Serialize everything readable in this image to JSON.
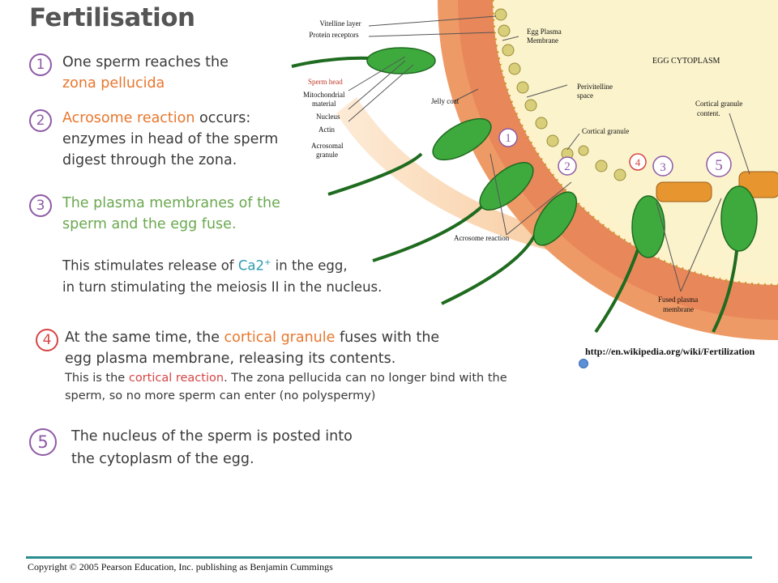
{
  "title": "Fertilisation",
  "steps": [
    {
      "num": "1",
      "line1_a": "One sperm reaches the",
      "line2_a": "zona pellucida"
    },
    {
      "num": "2",
      "line1_hl": "Acrosome reaction",
      "line1_b": " occurs:",
      "line2": "enzymes in head of the sperm",
      "line3": "digest through the zona."
    },
    {
      "num": "3",
      "line1": "The plasma membranes of the",
      "line2": "sperm and the egg fuse.",
      "note1_a": "This stimulates release of ",
      "note1_hl": "Ca2",
      "note1_sup": "+",
      "note1_b": " in the egg,",
      "note2": "in turn stimulating the meiosis II in the nucleus."
    },
    {
      "num": "4",
      "line1_a": "At the same time, the ",
      "line1_hl": "cortical granule",
      "line1_b": " fuses with the",
      "line2": "egg plasma membrane, releasing its contents.",
      "note1_a": "This is the ",
      "note1_hl": "cortical reaction",
      "note1_b": ". The zona pellucida can no longer bind with the",
      "note2": "sperm, so no more sperm can enter (no polyspermy)"
    },
    {
      "num": "5",
      "line1": "The nucleus of the sperm is posted into",
      "line2": "the cytoplasm of the egg."
    }
  ],
  "diagram": {
    "labels": {
      "vitelline": "Vitelline layer",
      "protein": "Protein receptors",
      "egg_membrane_1": "Egg Plasma",
      "egg_membrane_2": "Membrane",
      "egg_cytoplasm": "EGG CYTOPLASM",
      "sperm_head": "Sperm head",
      "mito_1": "Mitochondrial",
      "mito_2": "material",
      "nucleus": "Nucleus",
      "actin": "Actin",
      "acro_1": "Acrosomal",
      "acro_2": "granule",
      "jelly": "Jelly coat",
      "perivit_1": "Perivitelline",
      "perivit_2": "space",
      "cortical": "Cortical granule",
      "cort_content_1": "Cortical granule",
      "cort_content_2": "content.",
      "acrosome_reaction": "Acrosome reaction",
      "fused_1": "Fused plasma",
      "fused_2": "membrane"
    },
    "markers": [
      "1",
      "2",
      "4",
      "3",
      "5"
    ]
  },
  "url": "http://en.wikipedia.org/wiki/Fertilization",
  "footer": "Copyright © 2005 Pearson Education, Inc. publishing as Benjamin Cummings"
}
